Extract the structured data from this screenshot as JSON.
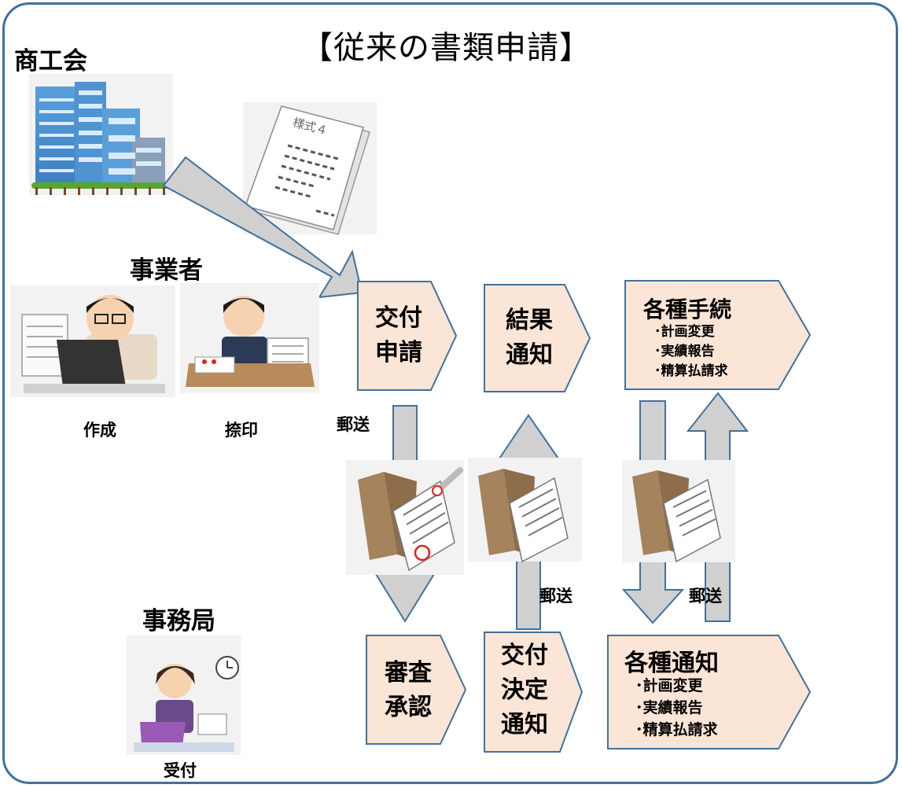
{
  "title": "【従来の書類申請】",
  "actors": {
    "chamber": "商工会",
    "business": "事業者",
    "secretariat": "事務局"
  },
  "captions": {
    "create": "作成",
    "stamp": "捺印",
    "receive": "受付"
  },
  "form_label": "様式４",
  "mail_labels": {
    "m1": "郵送",
    "m2": "郵送",
    "m3": "郵送"
  },
  "top_steps": {
    "apply_l1": "交付",
    "apply_l2": "申請",
    "result_l1": "結果",
    "result_l2": "通知",
    "proc_title": "各種手続",
    "proc_items": [
      "･計画変更",
      "･実績報告",
      "･精算払請求"
    ]
  },
  "bottom_steps": {
    "review_l1": "審査",
    "review_l2": "承認",
    "decision_l1": "交付",
    "decision_l2": "決定",
    "decision_l3": "通知",
    "notice_title": "各種通知",
    "notice_items": [
      "･計画変更",
      "･実績報告",
      "･精算払請求"
    ]
  },
  "colors": {
    "frame": "#41719c",
    "chevron_fill": "#fbe5d6",
    "chevron_stroke": "#41719c",
    "arrow_fill": "#d0d0d0",
    "arrow_stroke": "#41719c"
  }
}
